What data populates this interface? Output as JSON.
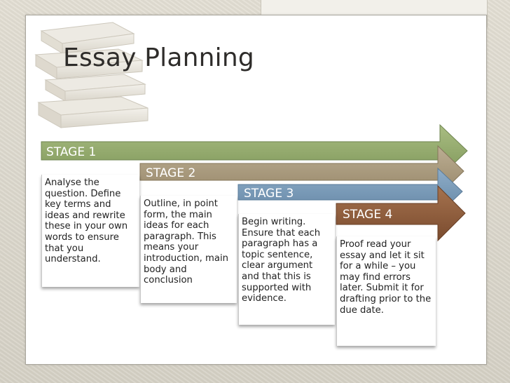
{
  "slide": {
    "title": "Essay Planning"
  },
  "stages": [
    {
      "label": "STAGE 1",
      "text": "Analyse the question. Define key terms and ideas and rewrite these in your own words to ensure that you understand.",
      "color": "#8fa56a"
    },
    {
      "label": "STAGE 2",
      "text": "Outline, in point form, the main ideas for each paragraph. This means your introduction, main body and conclusion",
      "color": "#a49478"
    },
    {
      "label": "STAGE 3",
      "text": "Begin writing. Ensure that each paragraph has a topic sentence, clear argument and that this is supported with evidence.",
      "color": "#7395b3"
    },
    {
      "label": "STAGE 4",
      "text": "Proof read your essay and let it sit for a while – you may find errors later. Submit it for drafting prior to the due date.",
      "color": "#8a5a3a"
    }
  ]
}
